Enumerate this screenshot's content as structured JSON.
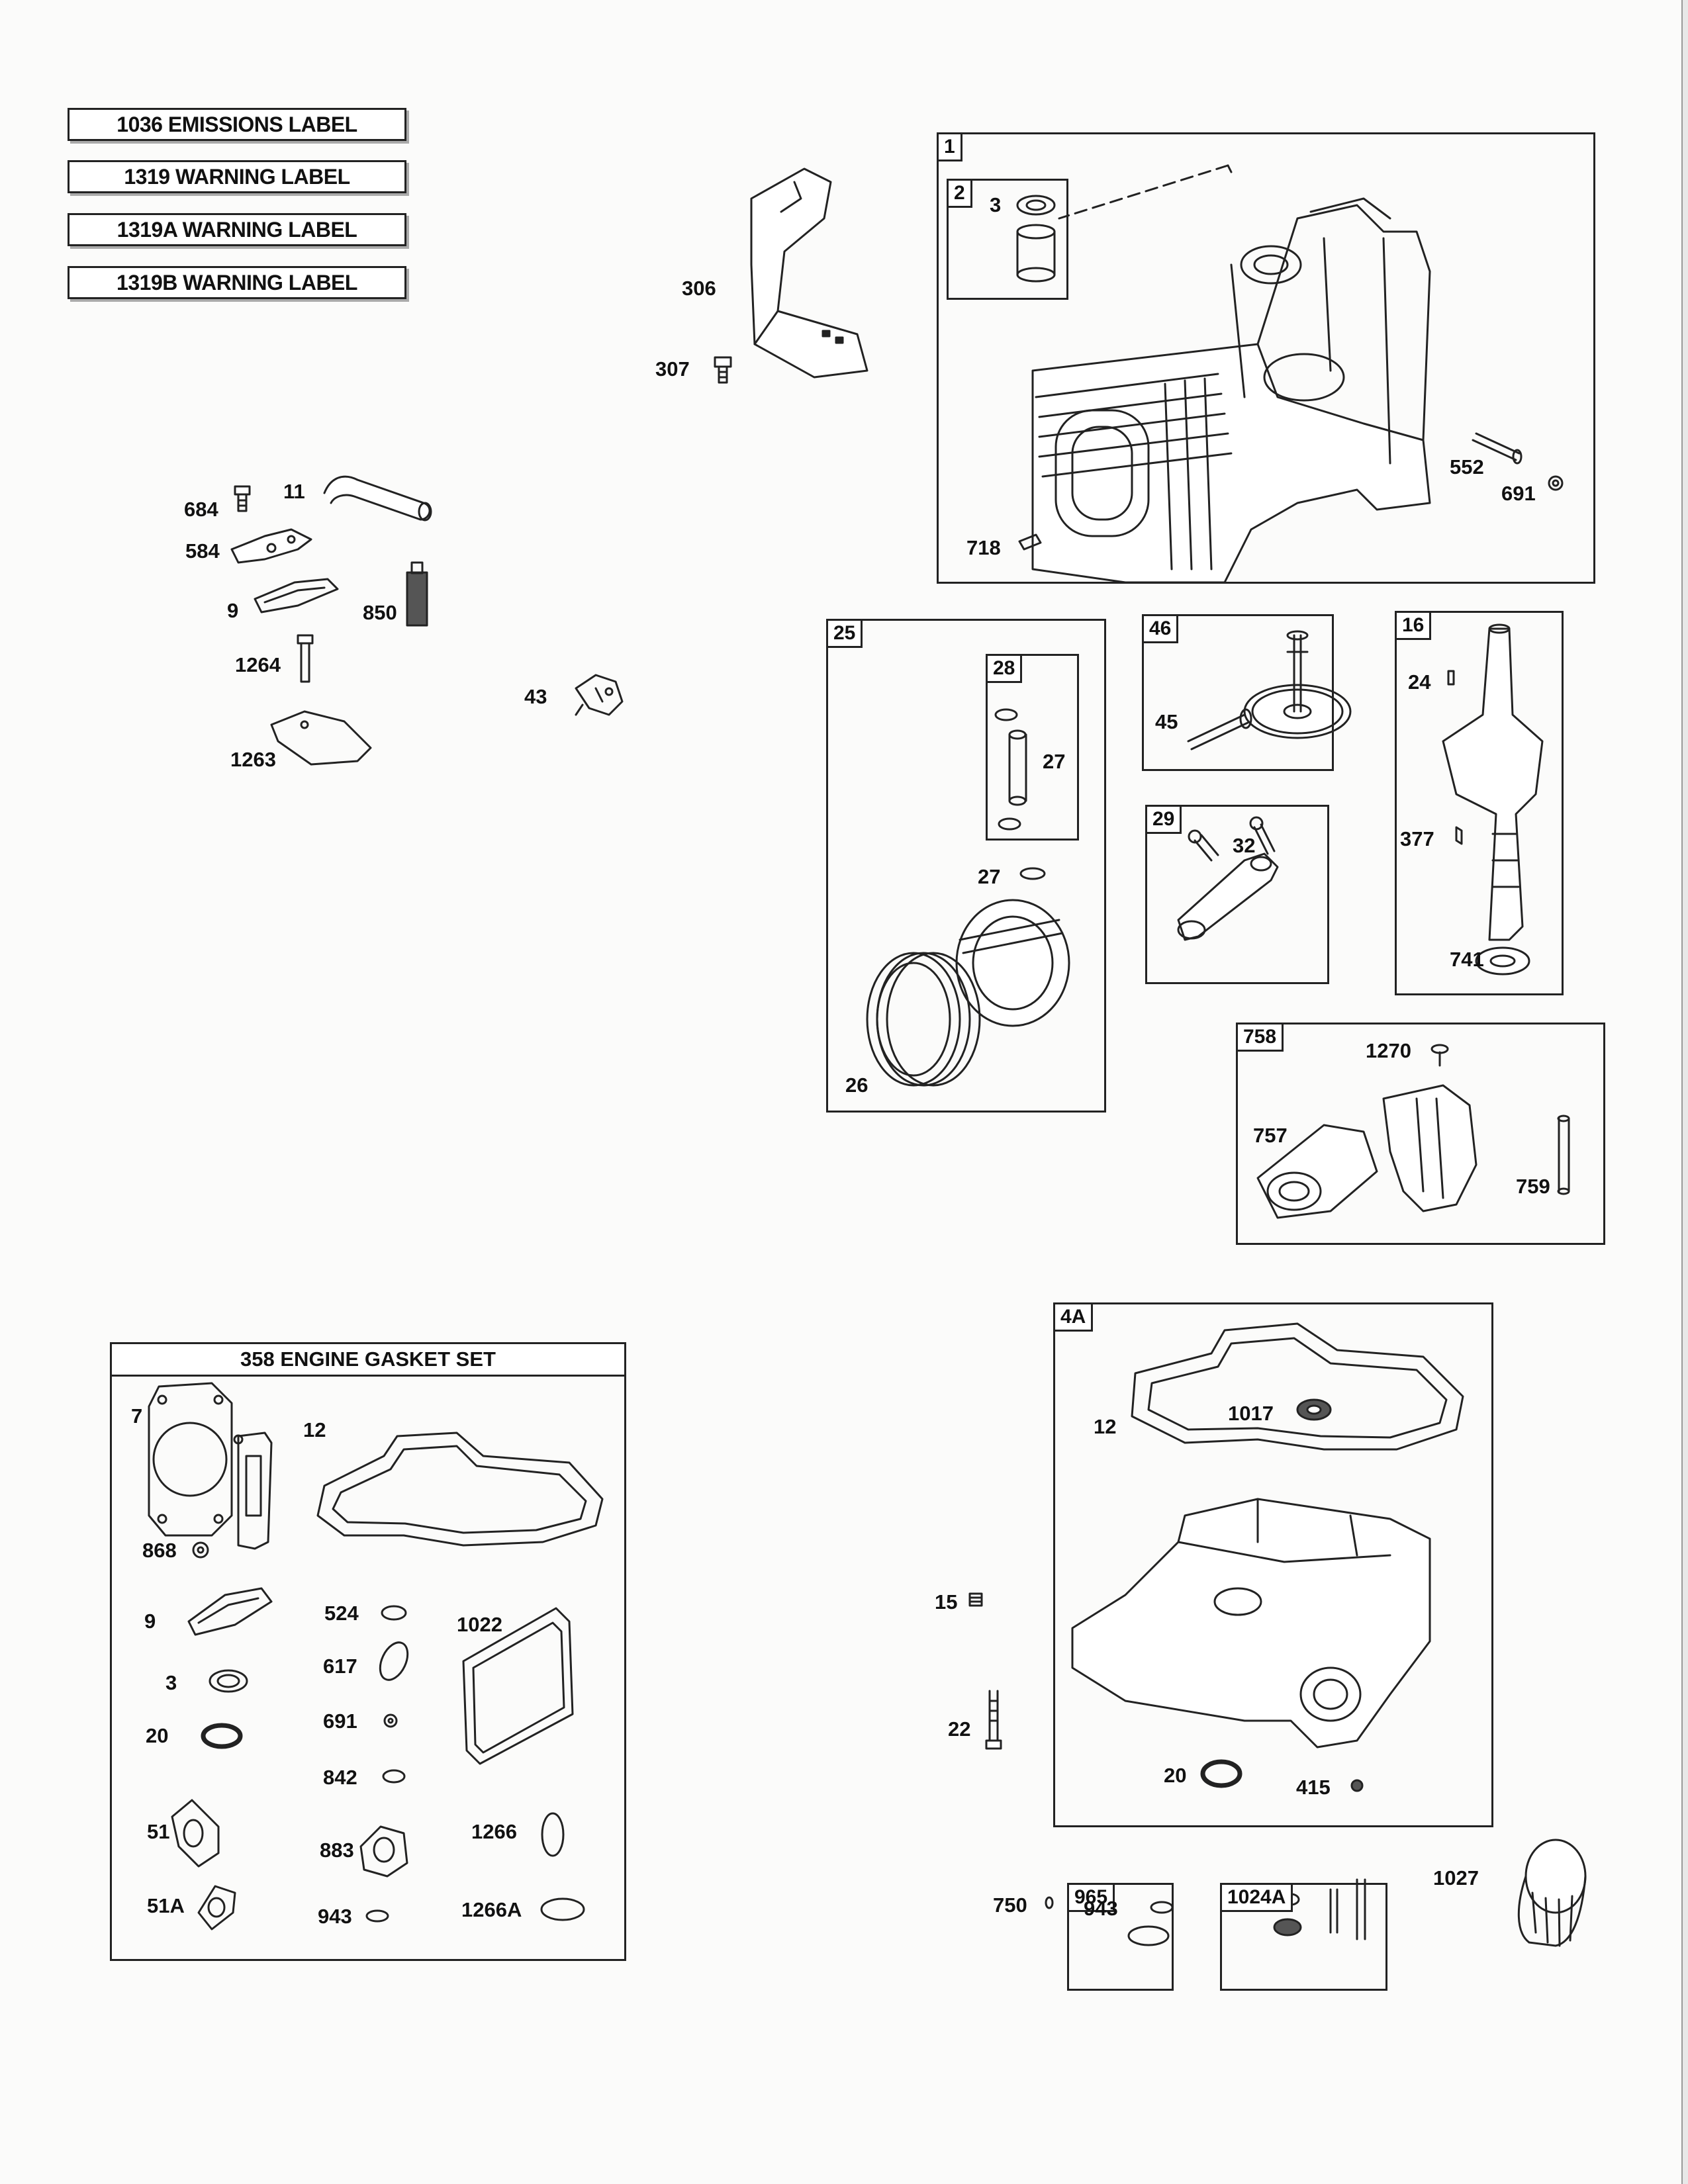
{
  "labels": {
    "emissions": "1036 EMISSIONS LABEL",
    "warning": "1319 WARNING LABEL",
    "warning_a": "1319A WARNING LABEL",
    "warning_b": "1319B WARNING LABEL"
  },
  "groups": {
    "cylinder": "1",
    "seal_kit": "2",
    "piston_assy": "25",
    "pin_kit": "28",
    "cam_gear": "46",
    "crankshaft": "16",
    "connecting_rod": "29",
    "governor": "758",
    "sump": "4A",
    "gasket_set": "358 ENGINE GASKET SET",
    "kit_965": "965",
    "kit_1024a": "1024A"
  },
  "callouts": {
    "c306": "306",
    "c307": "307",
    "c3": "3",
    "c552": "552",
    "c691": "691",
    "c718": "718",
    "c684": "684",
    "c11": "11",
    "c584": "584",
    "c9": "9",
    "c850": "850",
    "c1264": "1264",
    "c1263": "1263",
    "c43": "43",
    "c27a": "27",
    "c27b": "27",
    "c26": "26",
    "c45": "45",
    "c24": "24",
    "c377": "377",
    "c741": "741",
    "c32": "32",
    "c1270": "1270",
    "c757": "757",
    "c759": "759",
    "c12s": "12",
    "c1017": "1017",
    "c15": "15",
    "c22": "22",
    "c20s": "20",
    "c415": "415",
    "c750": "750",
    "c943k": "943",
    "c1027": "1027",
    "g7": "7",
    "g12": "12",
    "g868": "868",
    "g9": "9",
    "g524": "524",
    "g1022": "1022",
    "g3": "3",
    "g617": "617",
    "g20": "20",
    "g691": "691",
    "g842": "842",
    "g51": "51",
    "g883": "883",
    "g1266": "1266",
    "g51a": "51A",
    "g943": "943",
    "g1266a": "1266A"
  }
}
